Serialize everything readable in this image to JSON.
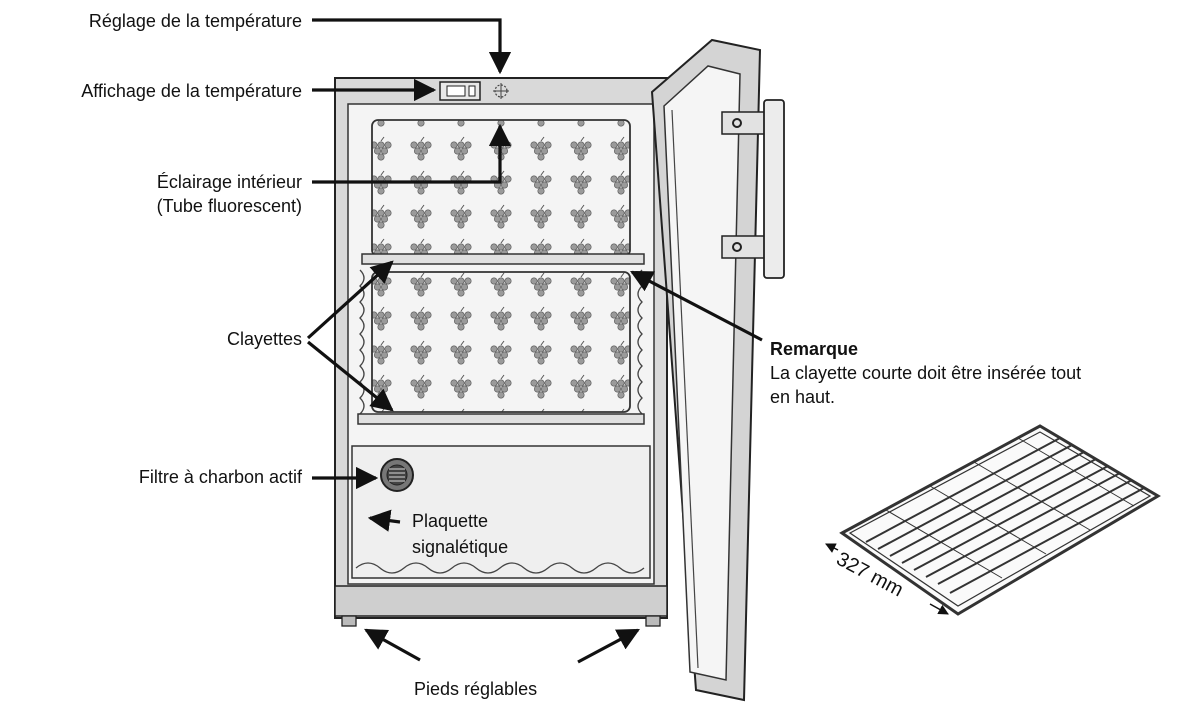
{
  "labels": {
    "temp_setting": "Réglage de la température",
    "temp_display": "Affichage de la température",
    "lighting_line1": "Éclairage intérieur",
    "lighting_line2": "(Tube fluorescent)",
    "shelves": "Clayettes",
    "filter": "Filtre à charbon actif",
    "plate_line1": "Plaquette",
    "plate_line2": "signalétique",
    "feet": "Pieds réglables"
  },
  "note": {
    "title": "Remarque",
    "line1": "La clayette courte doit être insérée tout",
    "line2": "en haut."
  },
  "shelf_dimension": "327 mm"
}
